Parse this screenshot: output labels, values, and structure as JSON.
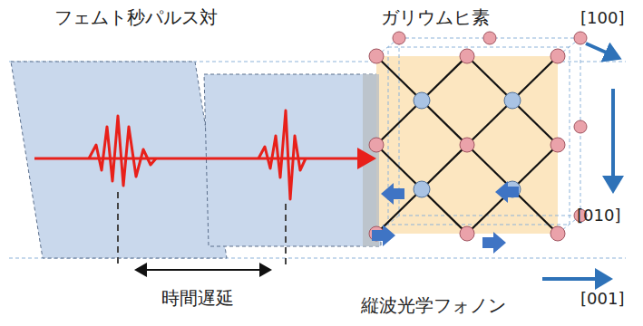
{
  "diagram": {
    "labels": [
      "フェムト秒パルス対",
      "ガリウムヒ素",
      "[100]",
      "時間遅延",
      "[010]",
      "[001]",
      "縦波光学フォノン"
    ]
  }
}
